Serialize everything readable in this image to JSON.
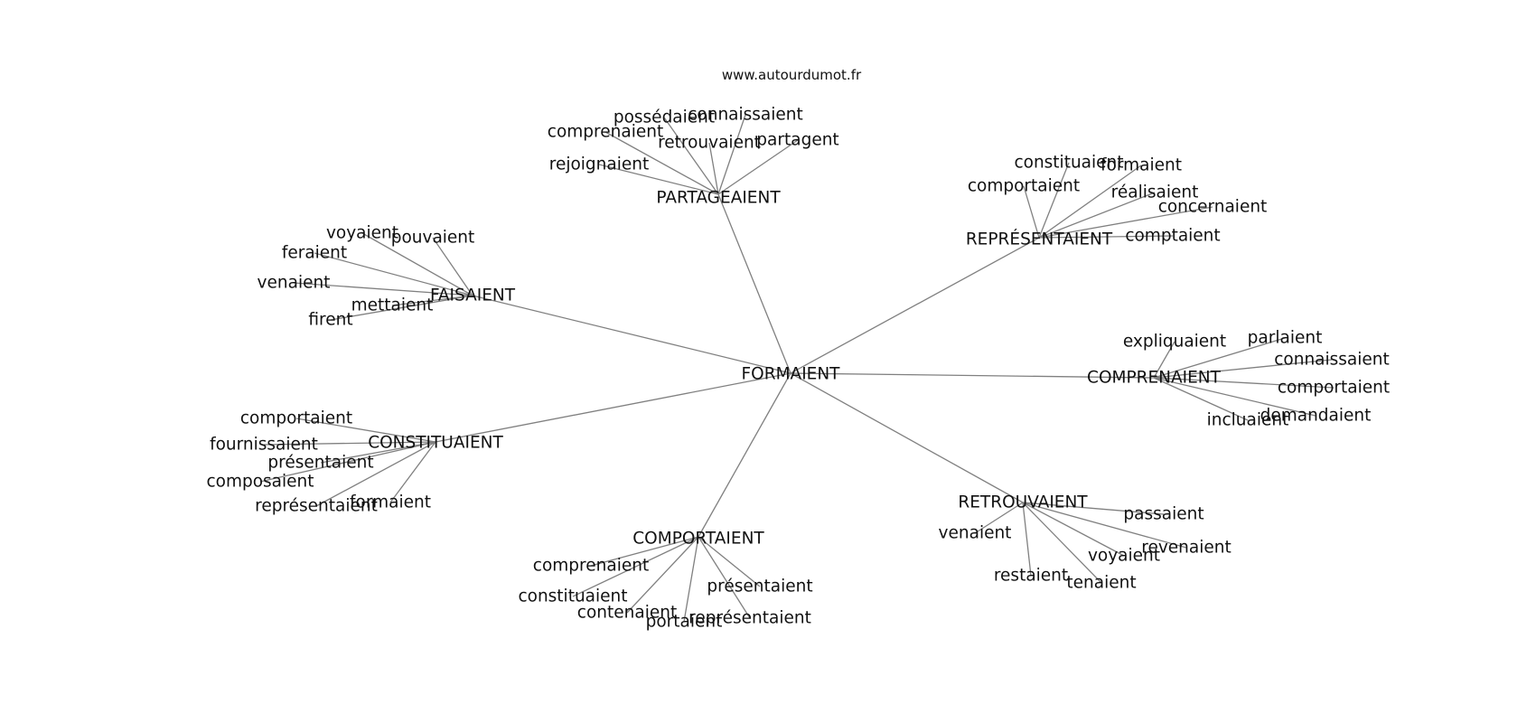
{
  "source": "www.autourdumot.fr",
  "root": "FORMAIENT",
  "clusters": [
    {
      "id": "partageaient",
      "label": "PARTAGEAIENT",
      "leaves": [
        "possédaient",
        "connaissaient",
        "comprenaient",
        "retrouvaient",
        "partagent",
        "rejoignaient"
      ]
    },
    {
      "id": "representaient",
      "label": "REPRÉSENTAIENT",
      "leaves": [
        "constituaient",
        "formaient",
        "comportaient",
        "réalisaient",
        "concernaient",
        "comptaient"
      ]
    },
    {
      "id": "faisaient",
      "label": "FAISAIENT",
      "leaves": [
        "voyaient",
        "pouvaient",
        "feraient",
        "venaient",
        "mettaient",
        "firent"
      ]
    },
    {
      "id": "comprenaient",
      "label": "COMPRENAIENT",
      "leaves": [
        "expliquaient",
        "parlaient",
        "connaissaient",
        "comportaient",
        "demandaient",
        "incluaient"
      ]
    },
    {
      "id": "constituaient",
      "label": "CONSTITUAIENT",
      "leaves": [
        "comportaient",
        "fournissaient",
        "présentaient",
        "composaient",
        "représentaient",
        "formaient"
      ]
    },
    {
      "id": "retrouvaient",
      "label": "RETROUVAIENT",
      "leaves": [
        "passaient",
        "venaient",
        "revenaient",
        "voyaient",
        "restaient",
        "tenaient"
      ]
    },
    {
      "id": "comportaient",
      "label": "COMPORTAIENT",
      "leaves": [
        "comprenaient",
        "constituaient",
        "présentaient",
        "contenaient",
        "portaient",
        "représentaient"
      ]
    }
  ]
}
